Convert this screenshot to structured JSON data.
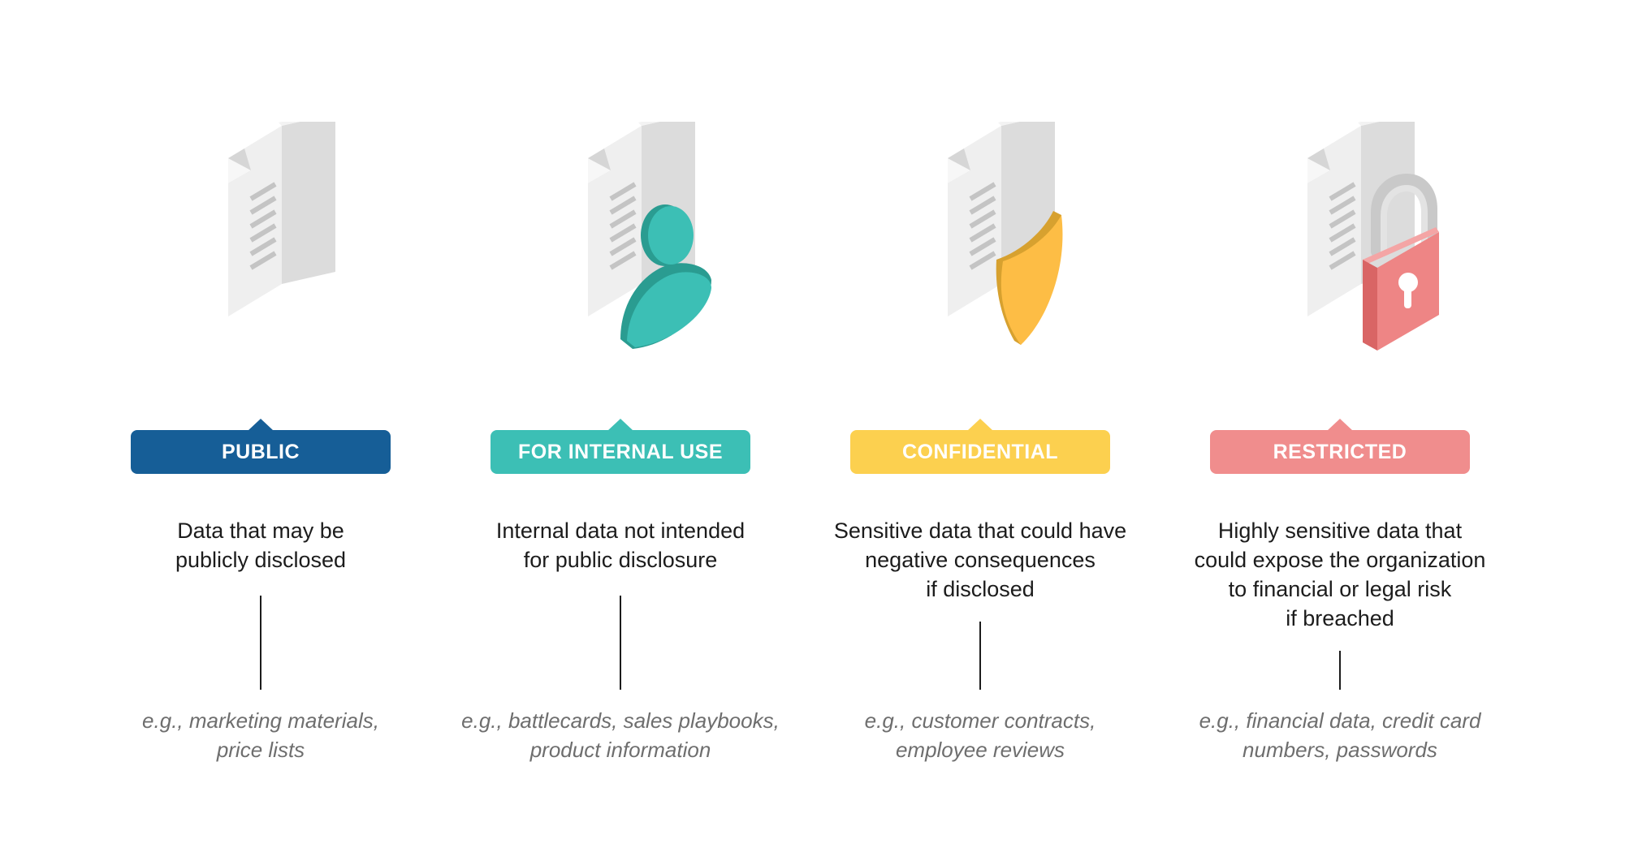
{
  "categories": [
    {
      "key": "public",
      "label": "PUBLIC",
      "color": "#165e97",
      "icon": "document-icon",
      "description": [
        "Data that may be",
        "publicly disclosed"
      ],
      "examples": [
        "e.g., marketing materials,",
        "price lists"
      ]
    },
    {
      "key": "internal",
      "label": "FOR INTERNAL USE",
      "color": "#3cbfb5",
      "icon": "user-icon",
      "description": [
        "Internal data not intended",
        "for public disclosure"
      ],
      "examples": [
        "e.g., battlecards, sales playbooks,",
        "product information"
      ]
    },
    {
      "key": "confidential",
      "label": "CONFIDENTIAL",
      "color": "#fcd04f",
      "icon": "shield-icon",
      "description": [
        "Sensitive data that could have",
        "negative consequences",
        "if disclosed"
      ],
      "examples": [
        "e.g., customer contracts,",
        "employee reviews"
      ]
    },
    {
      "key": "restricted",
      "label": "RESTRICTED",
      "color": "#f08d8d",
      "icon": "lock-icon",
      "description": [
        "Highly sensitive data that",
        "could expose the organization",
        "to financial or legal risk",
        "if breached"
      ],
      "examples": [
        "e.g., financial data, credit card",
        "numbers, passwords"
      ]
    }
  ]
}
